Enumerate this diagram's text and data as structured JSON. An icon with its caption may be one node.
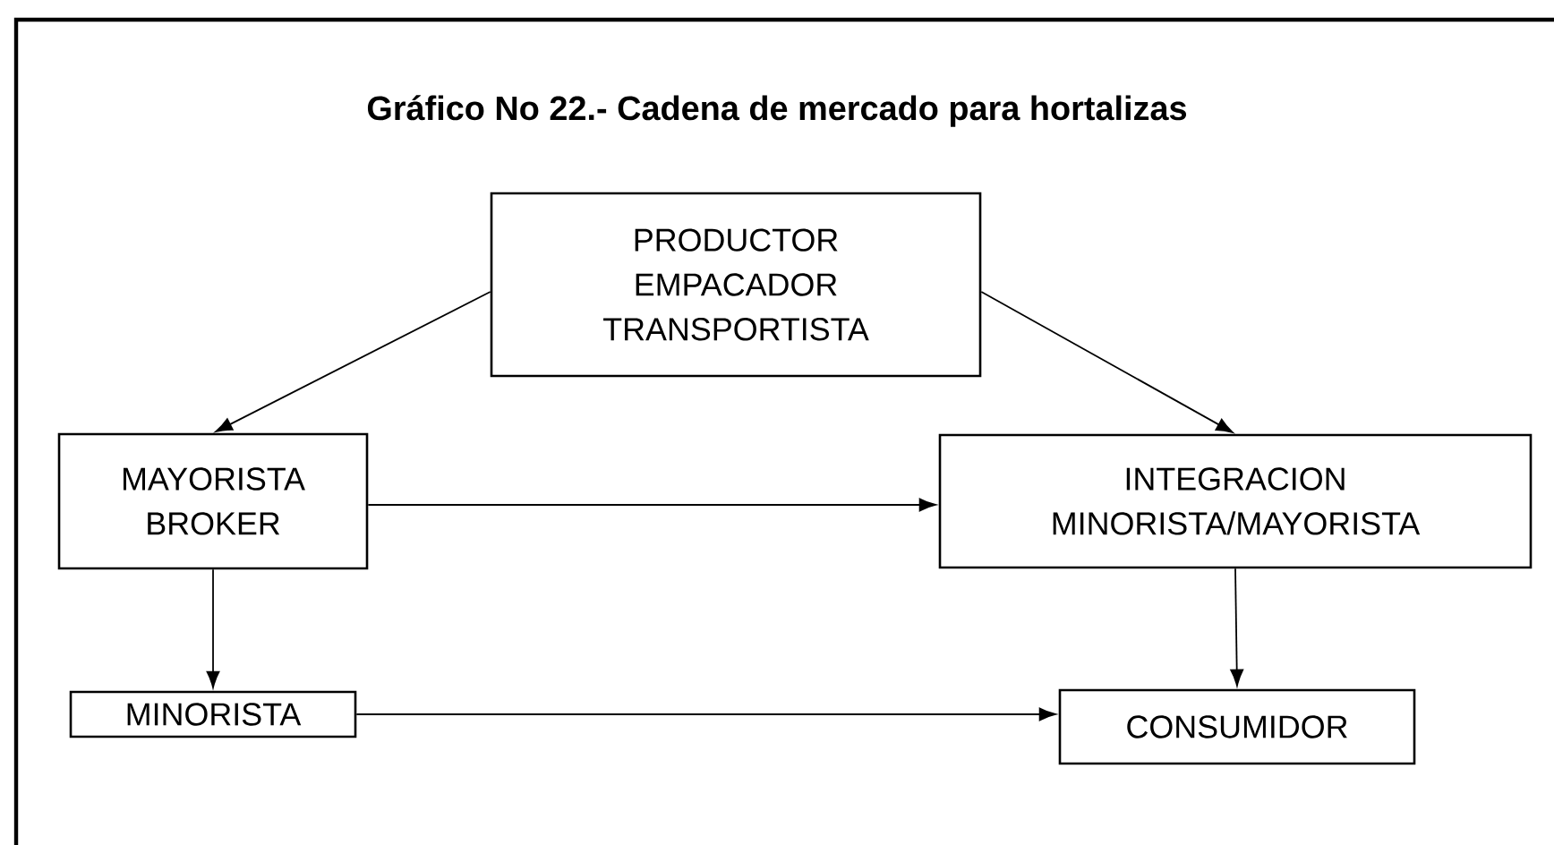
{
  "diagram": {
    "title": "Gráfico No 22.- Cadena de mercado para hortalizas",
    "nodes": [
      {
        "text": [
          "PRODUCTOR EMPACADOR TRANSPORTISTA"
        ]
      },
      {
        "text": [
          "MAYORISTA BROKER"
        ]
      },
      {
        "text": [
          "INTEGRACION MINORISTA/MAYORISTA"
        ]
      },
      {
        "text": [
          "MINORISTA"
        ]
      },
      {
        "text": [
          "CONSUMIDOR"
        ]
      }
    ],
    "edges": [
      {
        "from": 0,
        "to": 1,
        "arrow": "to"
      },
      {
        "from": 0,
        "to": 2,
        "arrow": "to"
      },
      {
        "from": 1,
        "to": 2,
        "arrow": "to"
      },
      {
        "from": 1,
        "to": 3,
        "arrow": "to"
      },
      {
        "from": 2,
        "to": 4,
        "arrow": "to"
      },
      {
        "from": 3,
        "to": 4,
        "arrow": "to"
      }
    ]
  }
}
